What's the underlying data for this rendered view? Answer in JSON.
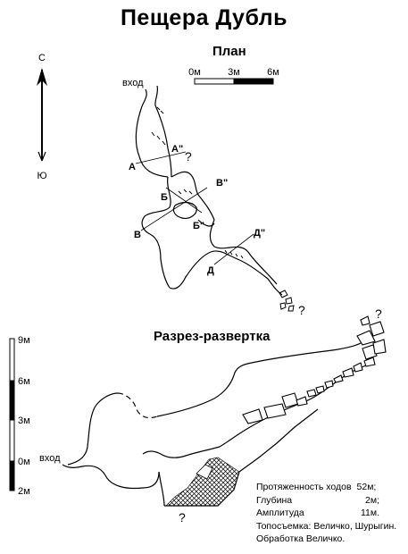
{
  "title": "Пещера Дубль",
  "plan": {
    "title": "План",
    "scale_labels": [
      "0м",
      "3м",
      "6м"
    ],
    "compass": {
      "north": "С",
      "south": "Ю"
    },
    "entrance": "вход",
    "question": "?",
    "section_labels": {
      "a": "А",
      "a2": "А\"",
      "b": "Б",
      "b2": "Б\"",
      "v": "В",
      "v2": "В\"",
      "d": "Д",
      "d2": "Д\""
    }
  },
  "section": {
    "title": "Разрез-развертка",
    "scale_labels": [
      "9м",
      "6м",
      "3м",
      "0м",
      "2м"
    ],
    "entrance": "вход",
    "question": "?"
  },
  "info": {
    "rows": [
      {
        "key": "Протяженность ходов",
        "value": "52м;"
      },
      {
        "key": "Глубина",
        "value": "2м;"
      },
      {
        "key": "Амплитуда",
        "value": "11м."
      }
    ],
    "survey": "Топосъемка: Величко, Шурыгин.",
    "processing": "Обработка Величко."
  }
}
